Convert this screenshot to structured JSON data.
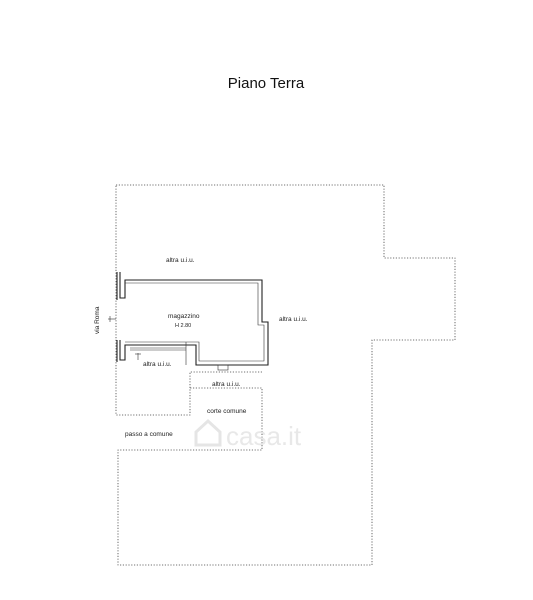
{
  "title": "Piano Terra",
  "labels": {
    "altra_uiu_top": "altra u.i.u.",
    "altra_uiu_right": "altra u.i.u.",
    "altra_uiu_small": "altra u.i.u.",
    "altra_uiu_bottom": "altra u.i.u.",
    "room_name": "magazzino",
    "room_height": "H 2.80",
    "street": "via Roma",
    "courtyard": "corte comune",
    "passage": "passo a comune"
  },
  "watermark": "casa.it",
  "icons": {
    "watermark_logo": "house-icon",
    "entrance_arrow": "arrow-icon"
  }
}
